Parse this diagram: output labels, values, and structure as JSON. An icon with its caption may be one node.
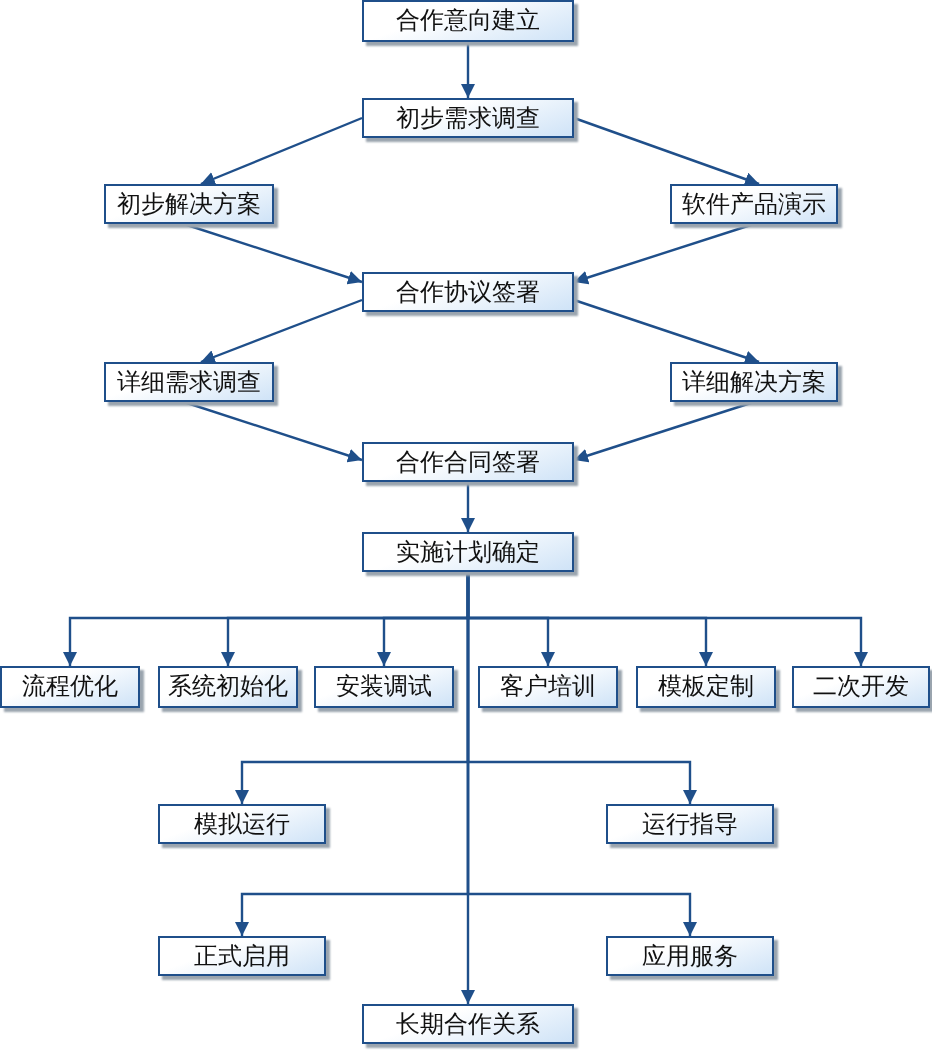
{
  "diagram": {
    "nodes": [
      {
        "text": [
          "合作意向建立"
        ]
      },
      {
        "text": [
          "初步需求调查"
        ]
      },
      {
        "text": [
          "初步解决方案"
        ]
      },
      {
        "text": [
          "软件产品演示"
        ]
      },
      {
        "text": [
          "合作协议签署"
        ]
      },
      {
        "text": [
          "详细需求调查"
        ]
      },
      {
        "text": [
          "详细解决方案"
        ]
      },
      {
        "text": [
          "合作合同签署"
        ]
      },
      {
        "text": [
          "实施计划确定"
        ]
      },
      {
        "text": [
          "流程优化"
        ]
      },
      {
        "text": [
          "系统初始化"
        ]
      },
      {
        "text": [
          "安装调试"
        ]
      },
      {
        "text": [
          "客户培训"
        ]
      },
      {
        "text": [
          "模板定制"
        ]
      },
      {
        "text": [
          "二次开发"
        ]
      },
      {
        "text": [
          "模拟运行"
        ]
      },
      {
        "text": [
          "运行指导"
        ]
      },
      {
        "text": [
          "正式启用"
        ]
      },
      {
        "text": [
          "应用服务"
        ]
      },
      {
        "text": [
          "长期合作关系"
        ]
      }
    ],
    "edges": [
      {
        "from": 0,
        "to": 1,
        "arrow": "to"
      },
      {
        "from": 1,
        "to": 2,
        "arrow": "to"
      },
      {
        "from": 1,
        "to": 3,
        "arrow": "to"
      },
      {
        "from": 2,
        "to": 4,
        "arrow": "to"
      },
      {
        "from": 3,
        "to": 4,
        "arrow": "to"
      },
      {
        "from": 4,
        "to": 5,
        "arrow": "to"
      },
      {
        "from": 4,
        "to": 6,
        "arrow": "to"
      },
      {
        "from": 5,
        "to": 7,
        "arrow": "to"
      },
      {
        "from": 6,
        "to": 7,
        "arrow": "to"
      },
      {
        "from": 7,
        "to": 8,
        "arrow": "to"
      },
      {
        "from": 8,
        "to": 9,
        "arrow": "to"
      },
      {
        "from": 8,
        "to": 10,
        "arrow": "to"
      },
      {
        "from": 8,
        "to": 11,
        "arrow": "to"
      },
      {
        "from": 8,
        "to": 12,
        "arrow": "to"
      },
      {
        "from": 8,
        "to": 13,
        "arrow": "to"
      },
      {
        "from": 8,
        "to": 14,
        "arrow": "to"
      },
      {
        "from": 8,
        "to": 15,
        "arrow": "to"
      },
      {
        "from": 8,
        "to": 16,
        "arrow": "to"
      },
      {
        "from": 8,
        "to": 17,
        "arrow": "to"
      },
      {
        "from": 8,
        "to": 18,
        "arrow": "to"
      },
      {
        "from": 8,
        "to": 19,
        "arrow": "to"
      }
    ]
  }
}
